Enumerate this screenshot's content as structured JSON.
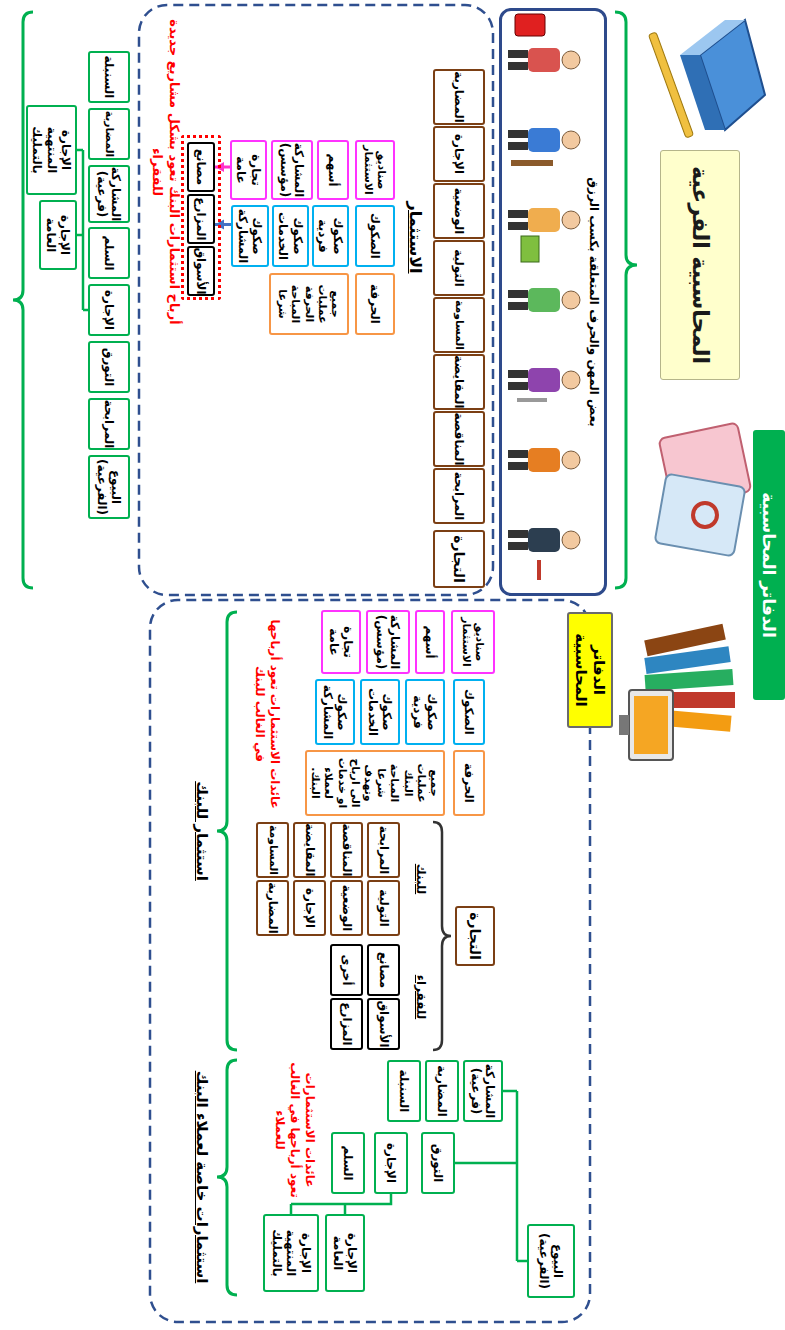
{
  "diagram": {
    "nodes": [
      {
        "text": [
          "الدفاتر المحاسبية"
        ]
      },
      {
        "text": [
          "الدفاتر المحاسبية"
        ]
      },
      {
        "text": [
          "البيوع (الفرعية)"
        ]
      },
      {
        "text": [
          "المشاركة (فرعية)"
        ]
      },
      {
        "text": [
          "المضاربة"
        ]
      },
      {
        "text": [
          "السنبلة"
        ]
      },
      {
        "text": [
          "التورق"
        ]
      },
      {
        "text": [
          "الإجارة"
        ]
      },
      {
        "text": [
          "السلم"
        ]
      },
      {
        "text": [
          "الإجارة العامة"
        ]
      },
      {
        "text": [
          "الإجارة المنتهية بالتمليك"
        ]
      },
      {
        "text": [
          "التجارة"
        ]
      },
      {
        "text": [
          "المرابحة"
        ]
      },
      {
        "text": [
          "المناقصة"
        ]
      },
      {
        "text": [
          "المقايضة"
        ]
      },
      {
        "text": [
          "المساومة"
        ]
      },
      {
        "text": [
          "التولية"
        ]
      },
      {
        "text": [
          "الوضعية"
        ]
      },
      {
        "text": [
          "الإجارة"
        ]
      },
      {
        "text": [
          "المضاربة"
        ]
      },
      {
        "text": [
          "الأسواق"
        ]
      },
      {
        "text": [
          "المزارع"
        ]
      },
      {
        "text": [
          "مصانع"
        ]
      },
      {
        "text": [
          "أخرى"
        ]
      },
      {
        "text": [
          "الحرفة"
        ]
      },
      {
        "text": [
          "جميع عمليات البنك المباحة شرعا وتهدف الى ارباح او خدمات لعملاء البنك."
        ]
      },
      {
        "text": [
          "الصكوك"
        ]
      },
      {
        "text": [
          "صكوك فردية"
        ]
      },
      {
        "text": [
          "صكوك الخدمات"
        ]
      },
      {
        "text": [
          "صكوك المشاركة"
        ]
      },
      {
        "text": [
          "صناديق الاستثمار"
        ]
      },
      {
        "text": [
          "أسهم"
        ]
      },
      {
        "text": [
          "المشاركة (مؤسس)"
        ]
      },
      {
        "text": [
          "تجارة عامة"
        ]
      },
      {
        "text": [
          "المحاسبية الفرعية"
        ]
      },
      {
        "text": [
          "بعض المهن والحرف المتعلقة بكسب الرزق"
        ]
      },
      {
        "text": [
          "التجارة"
        ]
      },
      {
        "text": [
          "المرابحة"
        ]
      },
      {
        "text": [
          "المناقصة"
        ]
      },
      {
        "text": [
          "المقايضة"
        ]
      },
      {
        "text": [
          "المساومة"
        ]
      },
      {
        "text": [
          "التولية"
        ]
      },
      {
        "text": [
          "الوضعية"
        ]
      },
      {
        "text": [
          "الإجارة"
        ]
      },
      {
        "text": [
          "المضاربة"
        ]
      },
      {
        "text": [
          "الحرفة"
        ]
      },
      {
        "text": [
          "جميع عمليات الحرفة المباحة شرعا"
        ]
      },
      {
        "text": [
          "الصكوك"
        ]
      },
      {
        "text": [
          "صكوك فردية"
        ]
      },
      {
        "text": [
          "صكوك الخدمات"
        ]
      },
      {
        "text": [
          "صكوك المشاركة"
        ]
      },
      {
        "text": [
          "صناديق الاستثمار"
        ]
      },
      {
        "text": [
          "أسهم"
        ]
      },
      {
        "text": [
          "المشاركة (مؤسس)"
        ]
      },
      {
        "text": [
          "تجارة عامة"
        ]
      },
      {
        "text": [
          "أرباح استثمارات البنك تعود بشكل مشاريع جديدة للفقراء"
        ]
      },
      {
        "text": [
          "الأسواق"
        ],
        "in": 55
      },
      {
        "text": [
          "المزارع"
        ],
        "in": 55
      },
      {
        "text": [
          "مصانع"
        ],
        "in": 55
      },
      {
        "text": [
          "البيوع (الفرعية)"
        ]
      },
      {
        "text": [
          "المرابحة"
        ]
      },
      {
        "text": [
          "التورق"
        ]
      },
      {
        "text": [
          "الإجارة"
        ]
      },
      {
        "text": [
          "السلم"
        ]
      },
      {
        "text": [
          "المشاركة (فرعية)"
        ]
      },
      {
        "text": [
          "المضاربة"
        ]
      },
      {
        "text": [
          "السنبلة"
        ]
      },
      {
        "text": [
          "الإجارة العامة"
        ]
      },
      {
        "text": [
          "الإجارة المنتهية بالتمليك"
        ]
      }
    ],
    "edges": [
      {
        "from": 54,
        "to": 58,
        "arrow": "to"
      },
      {
        "from": 50,
        "to": 57,
        "arrow": "to"
      }
    ],
    "labels": [
      "الاستثمار",
      "للبنك",
      "للفقراء",
      "عائدات الاستثمارات تعود أرباحها في الغالب للبنك",
      "استثمار للبنك",
      "عائدات الاستثمارات تعود أرباحها في الغالب للعملاء",
      "استثمارات خاصة لعملاء البنك"
    ]
  }
}
